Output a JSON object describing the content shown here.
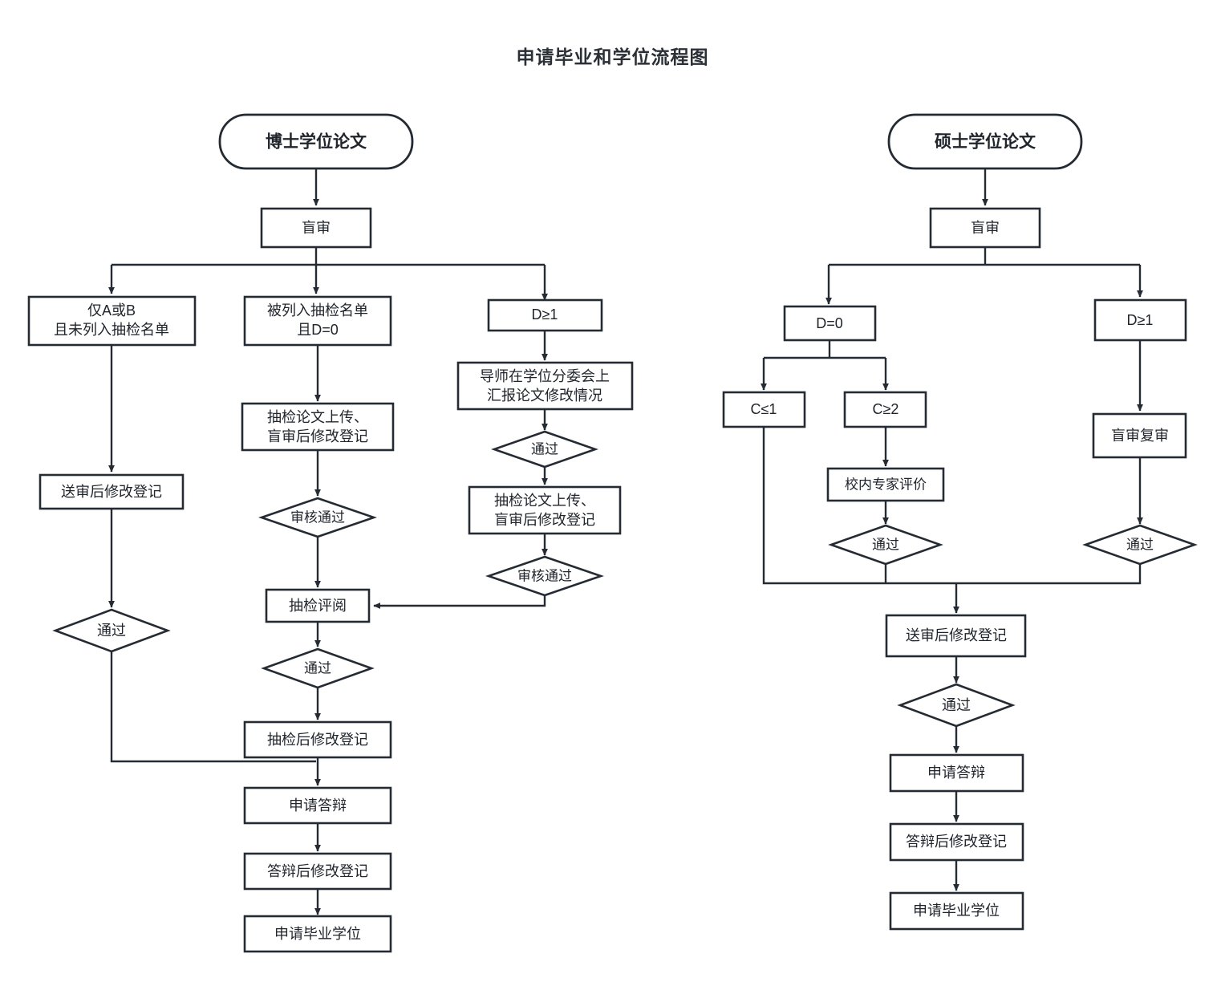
{
  "title": "申请毕业和学位流程图",
  "colors": {
    "stroke": "#252b33",
    "background": "#ffffff",
    "text": "#20252c"
  },
  "doctoral": {
    "terminator": "博士学位论文",
    "nodes": {
      "blind_review": "盲审",
      "branch_a_or_b": [
        "仅A或B",
        "且未列入抽检名单"
      ],
      "branch_sampled": [
        "被列入抽检名单",
        "且D=0"
      ],
      "branch_d_ge_1": "D≥1",
      "post_review_edit": "送审后修改登记",
      "pass_1": "通过",
      "upload_mid": [
        "抽检论文上传、",
        "盲审后修改登记"
      ],
      "audit_pass_mid": "审核通过",
      "advisor_report": [
        "导师在学位分委会上",
        "汇报论文修改情况"
      ],
      "pass_right": "通过",
      "upload_right": [
        "抽检论文上传、",
        "盲审后修改登记"
      ],
      "audit_pass_right": "审核通过",
      "sampling_review": "抽检评阅",
      "pass_2": "通过",
      "post_sampling_edit": "抽检后修改登记",
      "apply_defense": "申请答辩",
      "post_defense_edit": "答辩后修改登记",
      "apply_degree": "申请毕业学位"
    }
  },
  "master": {
    "terminator": "硕士学位论文",
    "nodes": {
      "blind_review": "盲审",
      "d_eq_0": "D=0",
      "d_ge_1": "D≥1",
      "c_le_1": "C≤1",
      "c_ge_2": "C≥2",
      "internal_expert": "校内专家评价",
      "pass_expert": "通过",
      "blind_recheck": "盲审复审",
      "pass_recheck": "通过",
      "post_review_edit": "送审后修改登记",
      "pass_final": "通过",
      "apply_defense": "申请答辩",
      "post_defense_edit": "答辩后修改登记",
      "apply_degree": "申请毕业学位"
    }
  }
}
